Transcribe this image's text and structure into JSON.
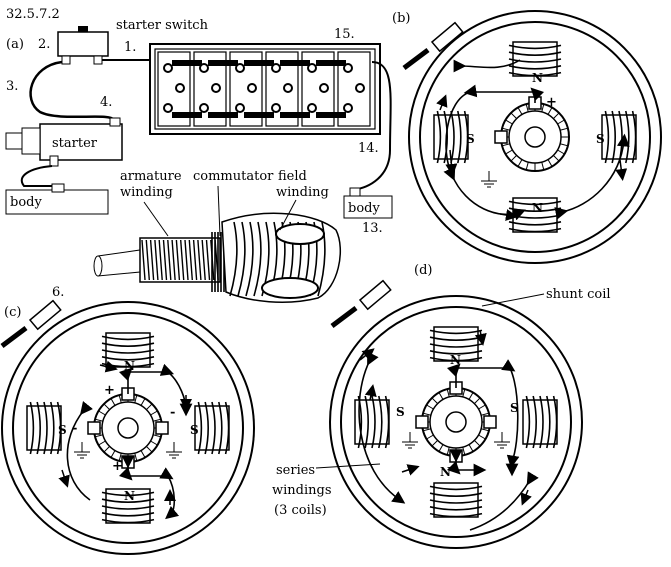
{
  "figure_id": "32.5.7.2",
  "panels": {
    "a": {
      "letter": "(a)",
      "starter_switch": "starter switch",
      "starter": "starter",
      "body_left": "body",
      "body_right": "body",
      "armature_winding": [
        "armature",
        "winding"
      ],
      "commutator": "commutator",
      "field_winding": [
        "field",
        "winding"
      ],
      "numbers": {
        "n1": "1.",
        "n2": "2.",
        "n3": "3.",
        "n4": "4.",
        "n13": "13.",
        "n14": "14.",
        "n15": "15."
      }
    },
    "b": {
      "letter": "(b)",
      "poles": {
        "top": "N",
        "left": "S",
        "right": "S",
        "bottom": "N"
      },
      "plus": "+"
    },
    "c": {
      "letter": "(c)",
      "number": "6.",
      "poles": {
        "top": "N",
        "left": "S",
        "right": "S",
        "bottom": "N"
      },
      "plus_top": "+",
      "plus_bottom": "+",
      "minus_left": "-",
      "minus_right": "-"
    },
    "d": {
      "letter": "(d)",
      "shunt_coil": "shunt coil",
      "series_windings": [
        "series",
        "windings",
        "(3 coils)"
      ],
      "poles": {
        "top": "N",
        "left": "S",
        "right": "S",
        "bottom": "N"
      }
    }
  }
}
